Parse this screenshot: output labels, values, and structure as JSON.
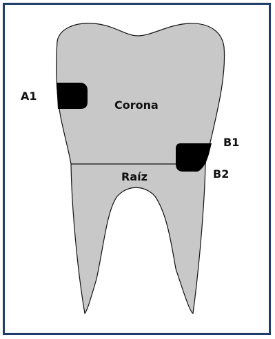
{
  "labels": {
    "crown": "Corona",
    "root": "Raíz",
    "marker_a1": "A1",
    "marker_b1": "B1",
    "marker_b2": "B2"
  },
  "colors": {
    "frame_border": "#1f3d6b",
    "tooth_fill": "#c8c8c8",
    "tooth_outline": "#111111",
    "lesion_fill": "#000000",
    "label_text": "#111111"
  }
}
